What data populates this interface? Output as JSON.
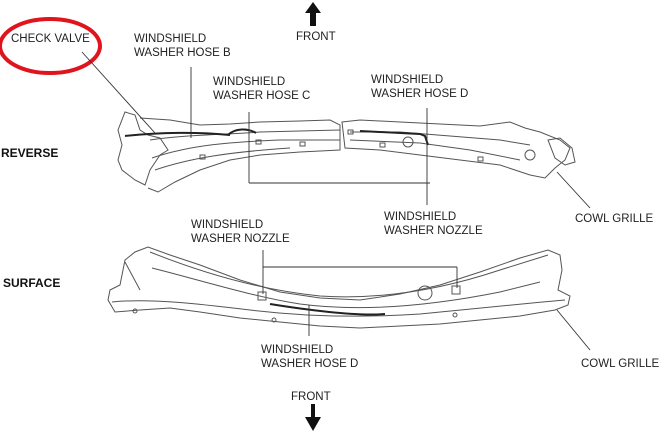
{
  "figure": {
    "direction_top": "FRONT",
    "direction_bottom": "FRONT",
    "views": {
      "reverse": "REVERSE",
      "surface": "SURFACE"
    },
    "reverse_labels": {
      "check_valve": "CHECK VALVE",
      "hose_b_line1": "WINDSHIELD",
      "hose_b_line2": "WASHER HOSE B",
      "hose_c_line1": "WINDSHIELD",
      "hose_c_line2": "WASHER HOSE C",
      "hose_d_line1": "WINDSHIELD",
      "hose_d_line2": "WASHER HOSE D",
      "nozzle_line1": "WINDSHIELD",
      "nozzle_line2": "WASHER NOZZLE",
      "cowl": "COWL GRILLE"
    },
    "surface_labels": {
      "nozzle_line1": "WINDSHIELD",
      "nozzle_line2": "WASHER NOZZLE",
      "hose_d_line1": "WINDSHIELD",
      "hose_d_line2": "WASHER HOSE D",
      "cowl": "COWL GRILLE"
    },
    "highlight_color": "#e0141c",
    "line_color": "#333333"
  }
}
